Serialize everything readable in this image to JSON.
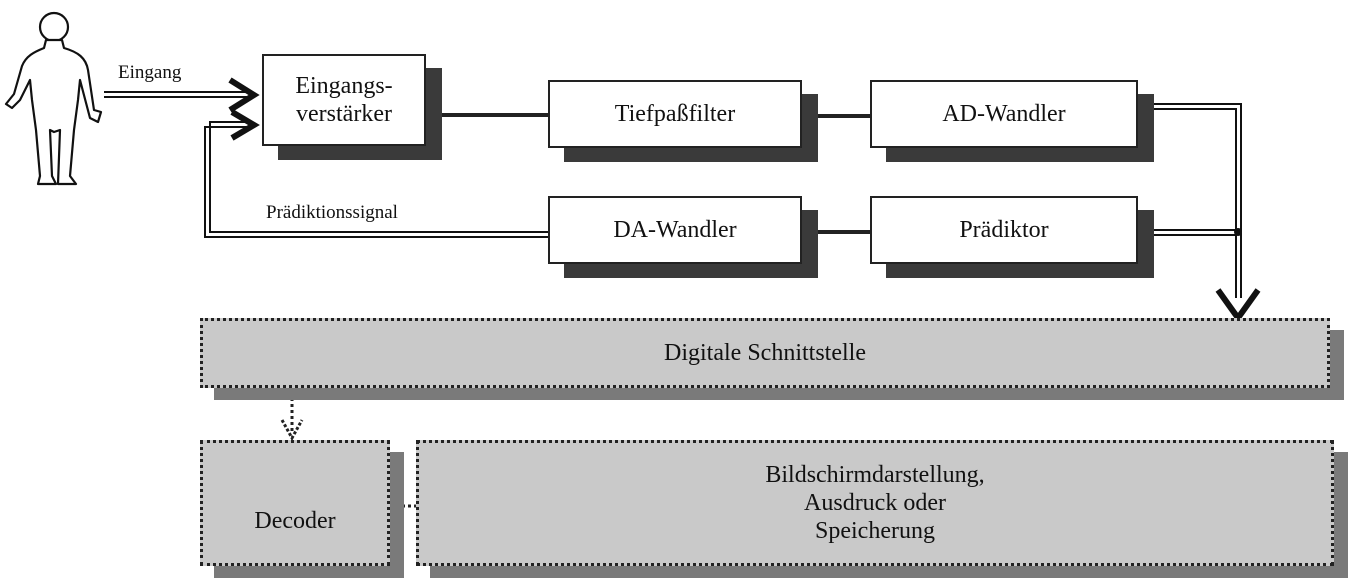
{
  "labels": {
    "input": "Eingang",
    "prediction_signal": "Prädiktionssignal"
  },
  "blocks": {
    "input_amplifier": {
      "line1": "Eingangs-",
      "line2": "verstärker"
    },
    "lowpass_filter": "Tiefpaßfilter",
    "ad_converter": "AD-Wandler",
    "da_converter": "DA-Wandler",
    "predictor": "Prädiktor",
    "digital_interface": "Digitale Schnittstelle",
    "decoder": "Decoder",
    "output": {
      "line1": "Bildschirmdarstellung,",
      "line2": "Ausdruck oder",
      "line3": "Speicherung"
    }
  },
  "icons": {
    "human": "human-figure-icon"
  }
}
